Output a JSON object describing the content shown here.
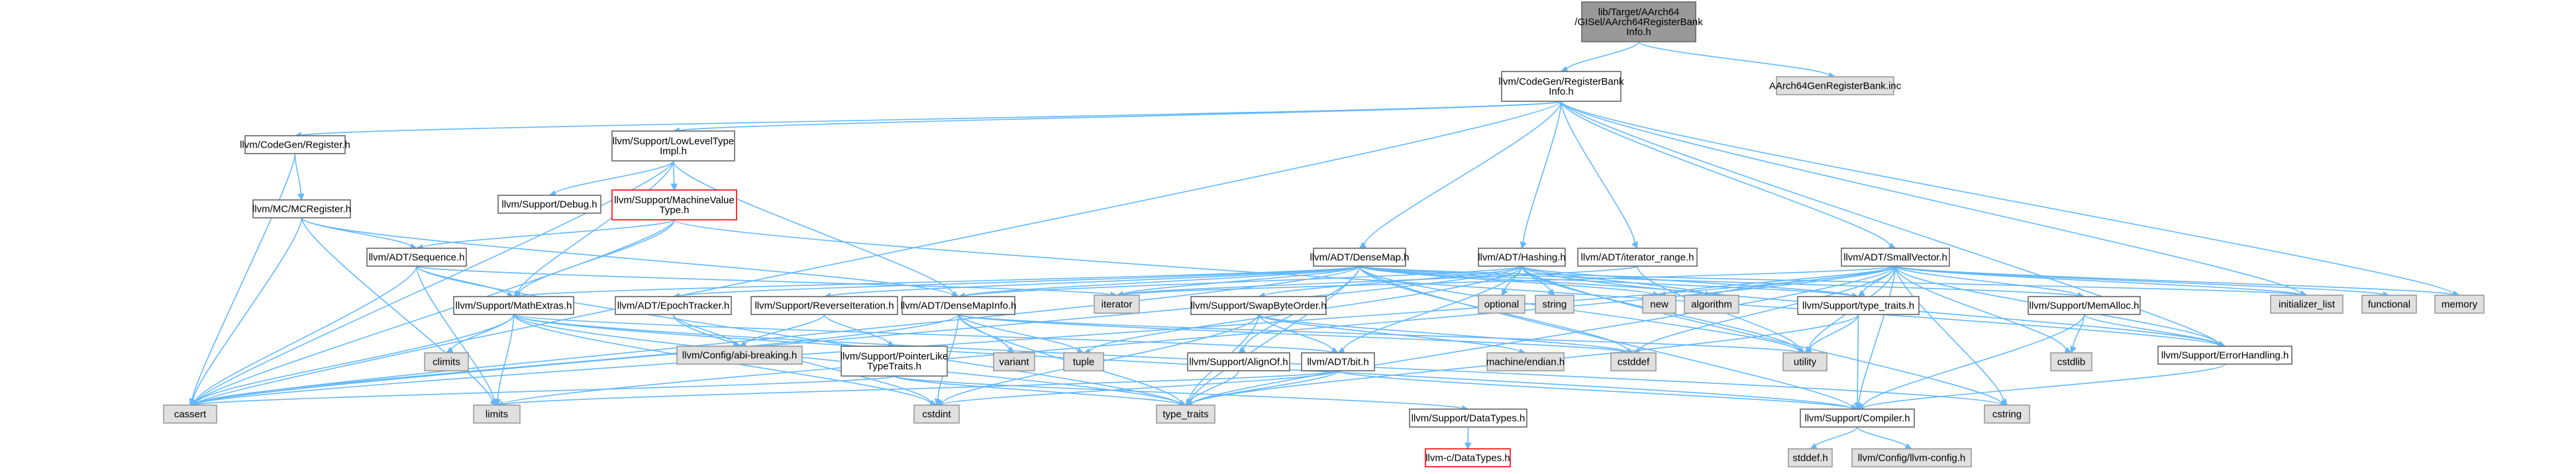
{
  "colors": {
    "normal_fill": "#ffffff",
    "normal_stroke": "#666666",
    "system_fill": "#e0e0e0",
    "system_stroke": "#999999",
    "root_fill": "#999999",
    "root_stroke": "#666666",
    "missing_stroke": "#ff0000",
    "edge": "#63b8ff"
  },
  "nodes": [
    {
      "id": "root",
      "lines": [
        "lib/Target/AArch64",
        "/GISel/AArch64RegisterBank",
        "Info.h"
      ],
      "kind": "root"
    },
    {
      "id": "rbi",
      "lines": [
        "llvm/CodeGen/RegisterBank",
        "Info.h"
      ],
      "kind": "normal"
    },
    {
      "id": "inc",
      "lines": [
        "AArch64GenRegisterBank.inc"
      ],
      "kind": "system"
    },
    {
      "id": "cgreg",
      "lines": [
        "llvm/CodeGen/Register.h"
      ],
      "kind": "normal"
    },
    {
      "id": "llt",
      "lines": [
        "llvm/Support/LowLevelType",
        "Impl.h"
      ],
      "kind": "normal"
    },
    {
      "id": "mcreg",
      "lines": [
        "llvm/MC/MCRegister.h"
      ],
      "kind": "normal"
    },
    {
      "id": "debug",
      "lines": [
        "llvm/Support/Debug.h"
      ],
      "kind": "normal"
    },
    {
      "id": "mvt",
      "lines": [
        "llvm/Support/MachineValue",
        "Type.h"
      ],
      "kind": "missing"
    },
    {
      "id": "seq",
      "lines": [
        "llvm/ADT/Sequence.h"
      ],
      "kind": "normal"
    },
    {
      "id": "densemap",
      "lines": [
        "llvm/ADT/DenseMap.h"
      ],
      "kind": "normal"
    },
    {
      "id": "hashing",
      "lines": [
        "llvm/ADT/Hashing.h"
      ],
      "kind": "normal"
    },
    {
      "id": "iterrange",
      "lines": [
        "llvm/ADT/iterator_range.h"
      ],
      "kind": "normal"
    },
    {
      "id": "smallvec",
      "lines": [
        "llvm/ADT/SmallVector.h"
      ],
      "kind": "normal"
    },
    {
      "id": "mathextras",
      "lines": [
        "llvm/Support/MathExtras.h"
      ],
      "kind": "normal"
    },
    {
      "id": "epoch",
      "lines": [
        "llvm/ADT/EpochTracker.h"
      ],
      "kind": "normal"
    },
    {
      "id": "reviter",
      "lines": [
        "llvm/Support/ReverseIteration.h"
      ],
      "kind": "normal"
    },
    {
      "id": "dmi",
      "lines": [
        "llvm/ADT/DenseMapInfo.h"
      ],
      "kind": "normal"
    },
    {
      "id": "swapbyte",
      "lines": [
        "llvm/Support/SwapByteOrder.h"
      ],
      "kind": "normal"
    },
    {
      "id": "typetraitsh",
      "lines": [
        "llvm/Support/type_traits.h"
      ],
      "kind": "normal"
    },
    {
      "id": "memalloc",
      "lines": [
        "llvm/Support/MemAlloc.h"
      ],
      "kind": "normal"
    },
    {
      "id": "abibreak",
      "lines": [
        "llvm/Config/abi-breaking.h"
      ],
      "kind": "system"
    },
    {
      "id": "ptrlike",
      "lines": [
        "llvm/Support/PointerLike",
        "TypeTraits.h"
      ],
      "kind": "normal"
    },
    {
      "id": "alignof",
      "lines": [
        "llvm/Support/AlignOf.h"
      ],
      "kind": "normal"
    },
    {
      "id": "bit",
      "lines": [
        "llvm/ADT/bit.h"
      ],
      "kind": "normal"
    },
    {
      "id": "errhandling",
      "lines": [
        "llvm/Support/ErrorHandling.h"
      ],
      "kind": "normal"
    },
    {
      "id": "datatypes",
      "lines": [
        "llvm/Support/DataTypes.h"
      ],
      "kind": "normal"
    },
    {
      "id": "compiler",
      "lines": [
        "llvm/Support/Compiler.h"
      ],
      "kind": "normal"
    },
    {
      "id": "cdatatypes",
      "lines": [
        "llvm-c/DataTypes.h"
      ],
      "kind": "missing"
    },
    {
      "id": "stddef",
      "lines": [
        "stddef.h"
      ],
      "kind": "system"
    },
    {
      "id": "llvmconfig",
      "lines": [
        "llvm/Config/llvm-config.h"
      ],
      "kind": "system"
    },
    {
      "id": "cassert",
      "lines": [
        "cassert"
      ],
      "kind": "system"
    },
    {
      "id": "limits",
      "lines": [
        "limits"
      ],
      "kind": "system"
    },
    {
      "id": "climits",
      "lines": [
        "climits"
      ],
      "kind": "system"
    },
    {
      "id": "cstdint",
      "lines": [
        "cstdint"
      ],
      "kind": "system"
    },
    {
      "id": "typetraits",
      "lines": [
        "type_traits"
      ],
      "kind": "system"
    },
    {
      "id": "iterator",
      "lines": [
        "iterator"
      ],
      "kind": "system"
    },
    {
      "id": "optional",
      "lines": [
        "optional"
      ],
      "kind": "system"
    },
    {
      "id": "string",
      "lines": [
        "string"
      ],
      "kind": "system"
    },
    {
      "id": "new",
      "lines": [
        "new"
      ],
      "kind": "system"
    },
    {
      "id": "algorithm",
      "lines": [
        "algorithm"
      ],
      "kind": "system"
    },
    {
      "id": "initlist",
      "lines": [
        "initializer_list"
      ],
      "kind": "system"
    },
    {
      "id": "functional",
      "lines": [
        "functional"
      ],
      "kind": "system"
    },
    {
      "id": "memory",
      "lines": [
        "memory"
      ],
      "kind": "system"
    },
    {
      "id": "tuple",
      "lines": [
        "tuple"
      ],
      "kind": "system"
    },
    {
      "id": "variant",
      "lines": [
        "variant"
      ],
      "kind": "system"
    },
    {
      "id": "utility",
      "lines": [
        "utility"
      ],
      "kind": "system"
    },
    {
      "id": "cstddef",
      "lines": [
        "cstddef"
      ],
      "kind": "system"
    },
    {
      "id": "endian",
      "lines": [
        "machine/endian.h"
      ],
      "kind": "system"
    },
    {
      "id": "cstdlib",
      "lines": [
        "cstdlib"
      ],
      "kind": "system"
    },
    {
      "id": "cstring",
      "lines": [
        "cstring"
      ],
      "kind": "system"
    }
  ],
  "edges": [
    [
      "root",
      "rbi"
    ],
    [
      "root",
      "inc"
    ],
    [
      "rbi",
      "cgreg"
    ],
    [
      "rbi",
      "llt"
    ],
    [
      "rbi",
      "densemap"
    ],
    [
      "rbi",
      "hashing"
    ],
    [
      "rbi",
      "iterrange"
    ],
    [
      "rbi",
      "smallvec"
    ],
    [
      "rbi",
      "errhandling"
    ],
    [
      "rbi",
      "cassert"
    ],
    [
      "rbi",
      "initlist"
    ],
    [
      "rbi",
      "memory"
    ],
    [
      "cgreg",
      "mcreg"
    ],
    [
      "cgreg",
      "cassert"
    ],
    [
      "llt",
      "debug"
    ],
    [
      "llt",
      "mvt"
    ],
    [
      "llt",
      "mathextras"
    ],
    [
      "llt",
      "dmi"
    ],
    [
      "llt",
      "cassert"
    ],
    [
      "mcreg",
      "seq"
    ],
    [
      "mcreg",
      "dmi"
    ],
    [
      "mcreg",
      "cassert"
    ],
    [
      "mcreg",
      "limits"
    ],
    [
      "mvt",
      "seq"
    ],
    [
      "mvt",
      "mathextras"
    ],
    [
      "mvt",
      "cassert"
    ],
    [
      "mvt",
      "errhandling"
    ],
    [
      "seq",
      "mathextras"
    ],
    [
      "seq",
      "iterator"
    ],
    [
      "seq",
      "cassert"
    ],
    [
      "seq",
      "limits"
    ],
    [
      "seq",
      "typetraits"
    ],
    [
      "densemap",
      "epoch"
    ],
    [
      "densemap",
      "reviter"
    ],
    [
      "densemap",
      "dmi"
    ],
    [
      "densemap",
      "mathextras"
    ],
    [
      "densemap",
      "memalloc"
    ],
    [
      "densemap",
      "typetraitsh"
    ],
    [
      "densemap",
      "algorithm"
    ],
    [
      "densemap",
      "cassert"
    ],
    [
      "densemap",
      "cstddef"
    ],
    [
      "densemap",
      "initlist"
    ],
    [
      "densemap",
      "iterator"
    ],
    [
      "densemap",
      "new"
    ],
    [
      "densemap",
      "typetraits"
    ],
    [
      "densemap",
      "utility"
    ],
    [
      "densemap",
      "alignof"
    ],
    [
      "densemap",
      "compiler"
    ],
    [
      "hashing",
      "errhandling"
    ],
    [
      "hashing",
      "swapbyte"
    ],
    [
      "hashing",
      "typetraitsh"
    ],
    [
      "hashing",
      "algorithm"
    ],
    [
      "hashing",
      "cassert"
    ],
    [
      "hashing",
      "cstring"
    ],
    [
      "hashing",
      "optional"
    ],
    [
      "hashing",
      "string"
    ],
    [
      "hashing",
      "tuple"
    ],
    [
      "hashing",
      "utility"
    ],
    [
      "hashing",
      "dmi"
    ],
    [
      "hashing",
      "bit"
    ],
    [
      "iterrange",
      "iterator"
    ],
    [
      "iterrange",
      "utility"
    ],
    [
      "smallvec",
      "compiler"
    ],
    [
      "smallvec",
      "typetraitsh"
    ],
    [
      "smallvec",
      "algorithm"
    ],
    [
      "smallvec",
      "cassert"
    ],
    [
      "smallvec",
      "cstddef"
    ],
    [
      "smallvec",
      "cstdlib"
    ],
    [
      "smallvec",
      "cstring"
    ],
    [
      "smallvec",
      "functional"
    ],
    [
      "smallvec",
      "initlist"
    ],
    [
      "smallvec",
      "iterator"
    ],
    [
      "smallvec",
      "limits"
    ],
    [
      "smallvec",
      "memory"
    ],
    [
      "smallvec",
      "new"
    ],
    [
      "smallvec",
      "typetraits"
    ],
    [
      "smallvec",
      "utility"
    ],
    [
      "smallvec",
      "memalloc"
    ],
    [
      "smallvec",
      "errhandling"
    ],
    [
      "mathextras",
      "bit"
    ],
    [
      "mathextras",
      "compiler"
    ],
    [
      "mathextras",
      "cassert"
    ],
    [
      "mathextras",
      "climits"
    ],
    [
      "mathextras",
      "cstdint"
    ],
    [
      "mathextras",
      "cstring"
    ],
    [
      "mathextras",
      "limits"
    ],
    [
      "mathextras",
      "typetraits"
    ],
    [
      "epoch",
      "abibreak"
    ],
    [
      "epoch",
      "cstdint"
    ],
    [
      "reviter",
      "abibreak"
    ],
    [
      "reviter",
      "ptrlike"
    ],
    [
      "dmi",
      "cassert"
    ],
    [
      "dmi",
      "cstddef"
    ],
    [
      "dmi",
      "cstdint"
    ],
    [
      "dmi",
      "tuple"
    ],
    [
      "dmi",
      "typetraits"
    ],
    [
      "dmi",
      "utility"
    ],
    [
      "dmi",
      "variant"
    ],
    [
      "ptrlike",
      "datatypes"
    ],
    [
      "ptrlike",
      "cassert"
    ],
    [
      "ptrlike",
      "typetraits"
    ],
    [
      "swapbyte",
      "bit"
    ],
    [
      "swapbyte",
      "cstddef"
    ],
    [
      "swapbyte",
      "cstdint"
    ],
    [
      "swapbyte",
      "typetraits"
    ],
    [
      "swapbyte",
      "endian"
    ],
    [
      "bit",
      "compiler"
    ],
    [
      "bit",
      "cstdint"
    ],
    [
      "bit",
      "limits"
    ],
    [
      "bit",
      "typetraits"
    ],
    [
      "alignof",
      "typetraits"
    ],
    [
      "typetraitsh",
      "compiler"
    ],
    [
      "typetraitsh",
      "typetraits"
    ],
    [
      "typetraitsh",
      "utility"
    ],
    [
      "memalloc",
      "compiler"
    ],
    [
      "memalloc",
      "errhandling"
    ],
    [
      "memalloc",
      "cstdlib"
    ],
    [
      "errhandling",
      "compiler"
    ],
    [
      "datatypes",
      "cdatatypes"
    ],
    [
      "compiler",
      "llvmconfig"
    ],
    [
      "compiler",
      "stddef"
    ]
  ]
}
